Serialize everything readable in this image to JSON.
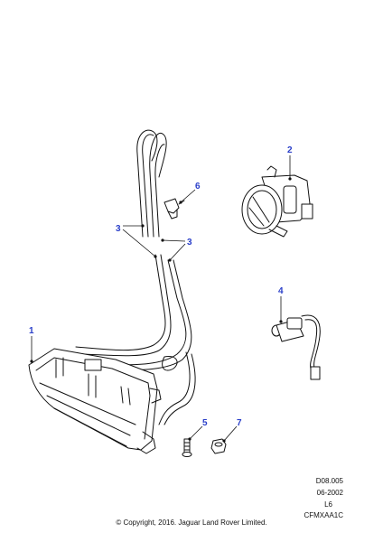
{
  "diagram": {
    "callouts": [
      "1",
      "2",
      "3",
      "3",
      "4",
      "5",
      "6",
      "7"
    ]
  },
  "reference": {
    "code": "D08.005",
    "date": "06-2002",
    "model": "L6",
    "id": "CFMXAA1C"
  },
  "copyright": "© Copyright, 2016. Jaguar Land Rover Limited."
}
